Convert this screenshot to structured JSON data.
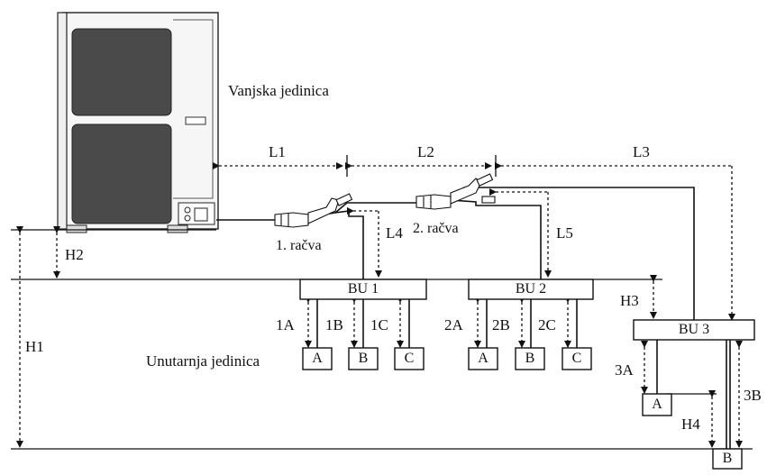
{
  "outdoor_unit_label": "Vanjska jedinica",
  "indoor_unit_label": "Unutarnja jedinica",
  "branch_1_label": "1. račva",
  "branch_2_label": "2. račva",
  "lengths": [
    "L1",
    "L2",
    "L3",
    "L4",
    "L5"
  ],
  "heights": [
    "H1",
    "H2",
    "H3",
    "H4"
  ],
  "bu_boxes": [
    "BU 1",
    "BU 2",
    "BU 3"
  ],
  "bu1_indoor": [
    "A",
    "B",
    "C"
  ],
  "bu2_indoor": [
    "A",
    "B",
    "C"
  ],
  "bu3_indoor": [
    "A",
    "B"
  ],
  "bu1_pipes": [
    "1A",
    "1B",
    "1C"
  ],
  "bu2_pipes": [
    "2A",
    "2B",
    "2C"
  ],
  "bu3_pipes": [
    "3A",
    "3B"
  ]
}
